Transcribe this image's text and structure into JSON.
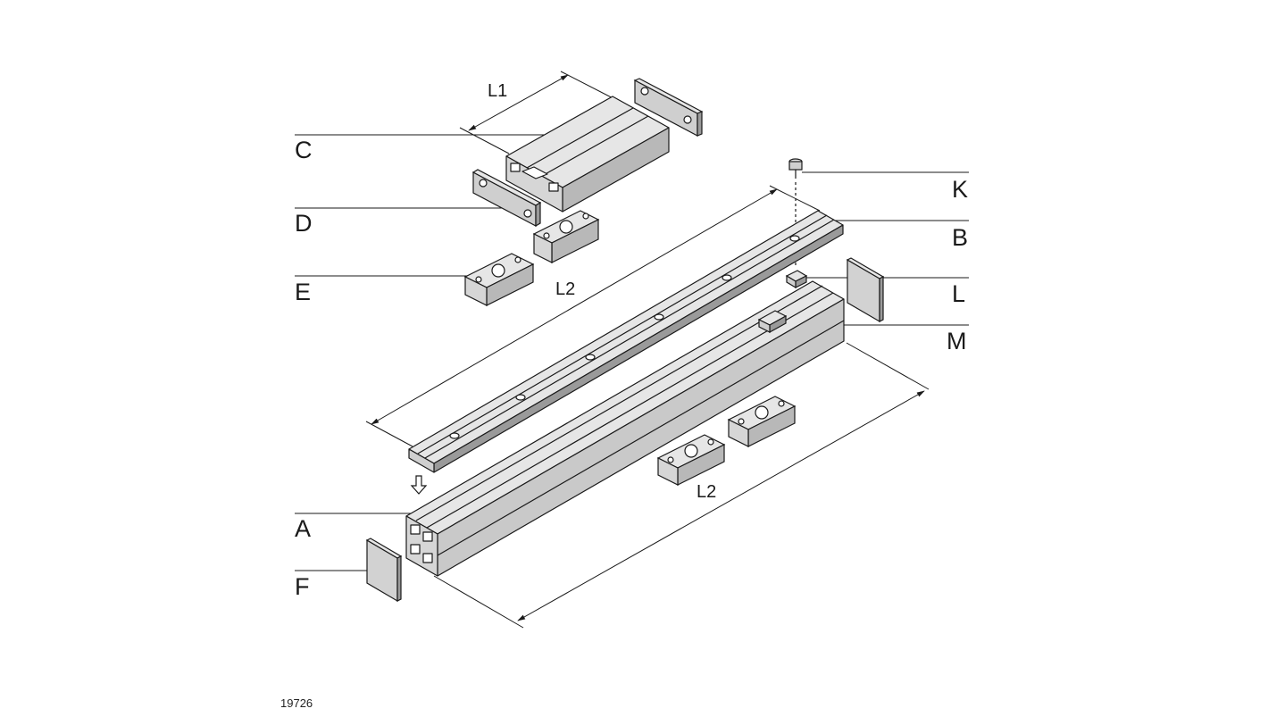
{
  "diagram": {
    "callouts": {
      "C": "C",
      "D": "D",
      "E": "E",
      "A": "A",
      "F": "F",
      "K": "K",
      "B": "B",
      "L": "L",
      "M": "M"
    },
    "dimensions": {
      "l1": "L1",
      "l2_rail": "L2",
      "l2_profile": "L2"
    },
    "drawing_number": "19726"
  },
  "colors": {
    "line": "#1a1a1a",
    "part_face_light": "#e6e6e6",
    "part_face_mid": "#c9c9c9",
    "part_face_dark": "#9a9a9a",
    "plate": "#cfcfcf",
    "end_cap": "#d2d2d2"
  }
}
